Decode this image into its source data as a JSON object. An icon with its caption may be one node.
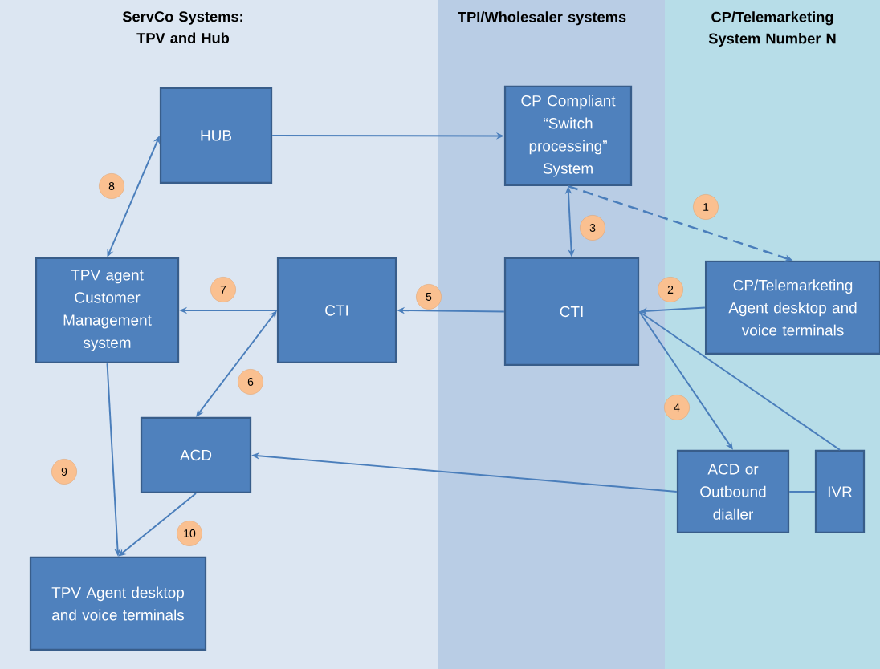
{
  "diagram": {
    "nodes": [
      {
        "text": [
          "ServCo Systems: TPV and Hub"
        ]
      },
      {
        "text": [
          "TPI/Wholesaler systems"
        ]
      },
      {
        "text": [
          "CP/Telemarketing System Number N"
        ]
      },
      {
        "text": [
          "HUB"
        ],
        "in": 0
      },
      {
        "text": [
          "CP Compliant “Switch processing” System"
        ],
        "in": 1
      },
      {
        "text": [
          "TPV agent Customer Management system"
        ],
        "in": 0
      },
      {
        "text": [
          "CTI"
        ],
        "in": 0
      },
      {
        "text": [
          "CTI"
        ],
        "in": 1
      },
      {
        "text": [
          "CP/Telemarketing Agent desktop and voice terminals"
        ],
        "in": 2
      },
      {
        "text": [
          "ACD"
        ],
        "in": 0
      },
      {
        "text": [
          "ACD or Outbound dialler"
        ],
        "in": 2
      },
      {
        "text": [
          "IVR"
        ],
        "in": 2
      },
      {
        "text": [
          "TPV Agent desktop and voice terminals"
        ],
        "in": 0
      }
    ],
    "edges": [
      {
        "from": 3,
        "to": 4,
        "arrow": "to"
      },
      {
        "from": 3,
        "to": 5,
        "arrow": "both"
      },
      {
        "from": 4,
        "to": 7,
        "arrow": "both"
      },
      {
        "from": 4,
        "to": 8,
        "arrow": "to",
        "style": "dashed"
      },
      {
        "from": 8,
        "to": 7,
        "arrow": "to"
      },
      {
        "from": 7,
        "to": 6,
        "arrow": "to"
      },
      {
        "from": 6,
        "to": 5,
        "arrow": "to"
      },
      {
        "from": 6,
        "to": 9,
        "arrow": "both"
      },
      {
        "from": 7,
        "to": 10,
        "arrow": "to"
      },
      {
        "from": 11,
        "to": 7,
        "arrow": "none"
      },
      {
        "from": 10,
        "to": 9,
        "arrow": "to"
      },
      {
        "from": 10,
        "to": 11,
        "arrow": "none"
      },
      {
        "from": 5,
        "to": 12,
        "arrow": "to"
      },
      {
        "from": 9,
        "to": 12,
        "arrow": "to"
      }
    ],
    "labels": [
      "8",
      "1",
      "3",
      "7",
      "2",
      "5",
      "6",
      "4",
      "9",
      "10"
    ]
  }
}
